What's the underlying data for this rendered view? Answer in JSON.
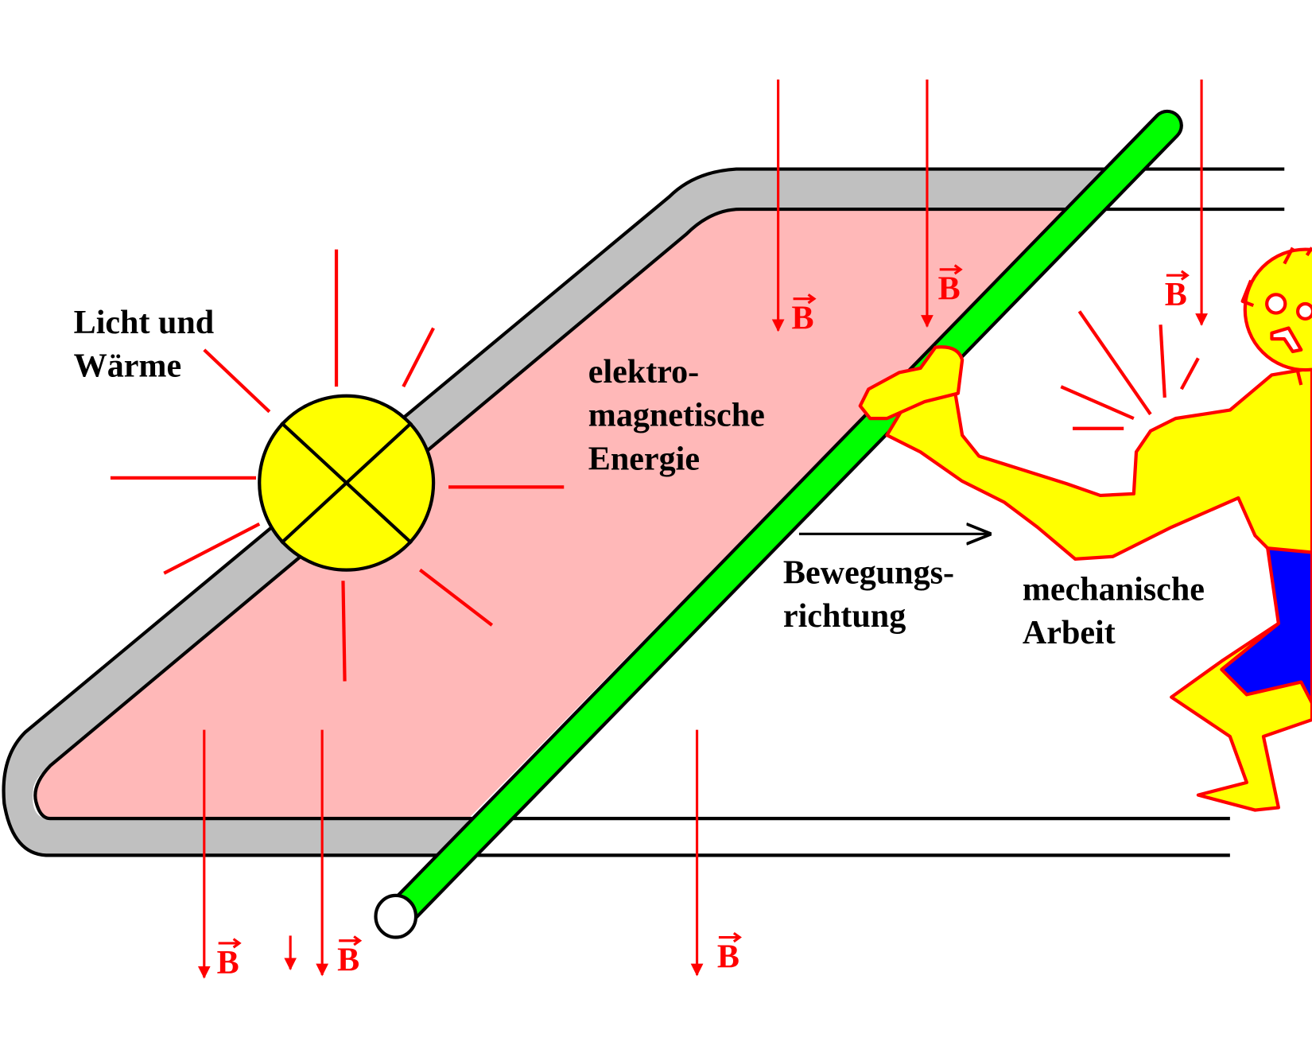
{
  "labels": {
    "light_heat": [
      "Licht und",
      "Wärme"
    ],
    "em_energy": [
      "elektro-",
      "magnetische",
      "Energie"
    ],
    "motion_direction": [
      "Bewegungs-",
      "richtung"
    ],
    "mechanical_work": [
      "mechanische",
      "Arbeit"
    ],
    "field_symbol": "B"
  },
  "colors": {
    "field": "#ff0000",
    "rod": "#00ff00",
    "rail": "#c0c0c0",
    "area": "#ffb8b8",
    "lamp": "#ffff00",
    "shorts": "#0000ff"
  },
  "icons": [
    "lamp-icon",
    "person-icon",
    "field-arrow-icon"
  ]
}
